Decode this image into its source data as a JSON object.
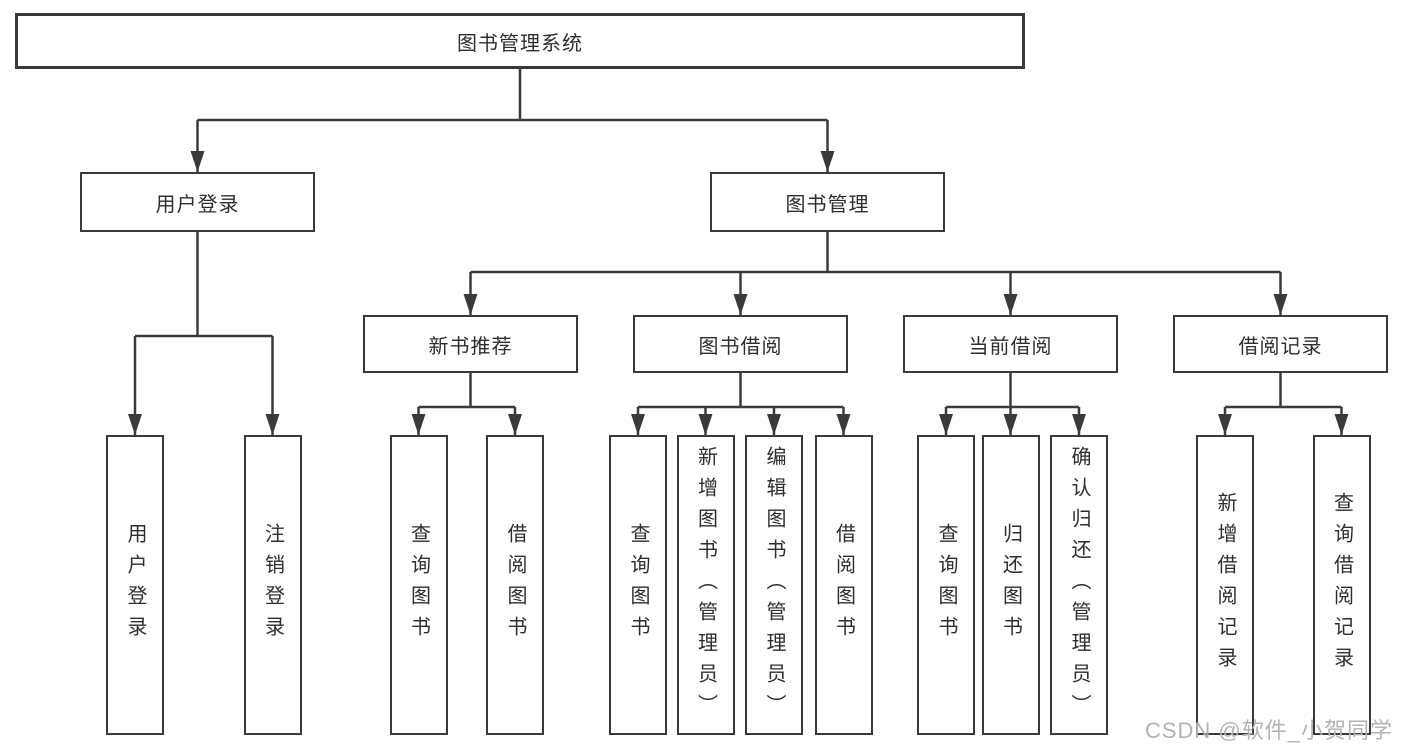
{
  "colors": {
    "line": "#3a3a3a",
    "text": "#2e2e2e",
    "box_background": "#ffffff",
    "watermark": "#b3b3b3"
  },
  "watermark": {
    "text": "CSDN @软件_小贺同学"
  },
  "tree": {
    "root": {
      "label": "图书管理系统"
    },
    "branches": [
      {
        "label": "用户登录",
        "leaves": [
          "用户登录",
          "注销登录"
        ]
      },
      {
        "label": "图书管理",
        "groups": [
          {
            "label": "新书推荐",
            "leaves": [
              "查询图书",
              "借阅图书"
            ]
          },
          {
            "label": "图书借阅",
            "leaves": [
              "查询图书",
              "新增图书（管理员）",
              "编辑图书（管理员）",
              "借阅图书"
            ]
          },
          {
            "label": "当前借阅",
            "leaves": [
              "查询图书",
              "归还图书",
              "确认归还（管理员）"
            ]
          },
          {
            "label": "借阅记录",
            "leaves": [
              "新增借阅记录",
              "查询借阅记录"
            ]
          }
        ]
      }
    ]
  }
}
